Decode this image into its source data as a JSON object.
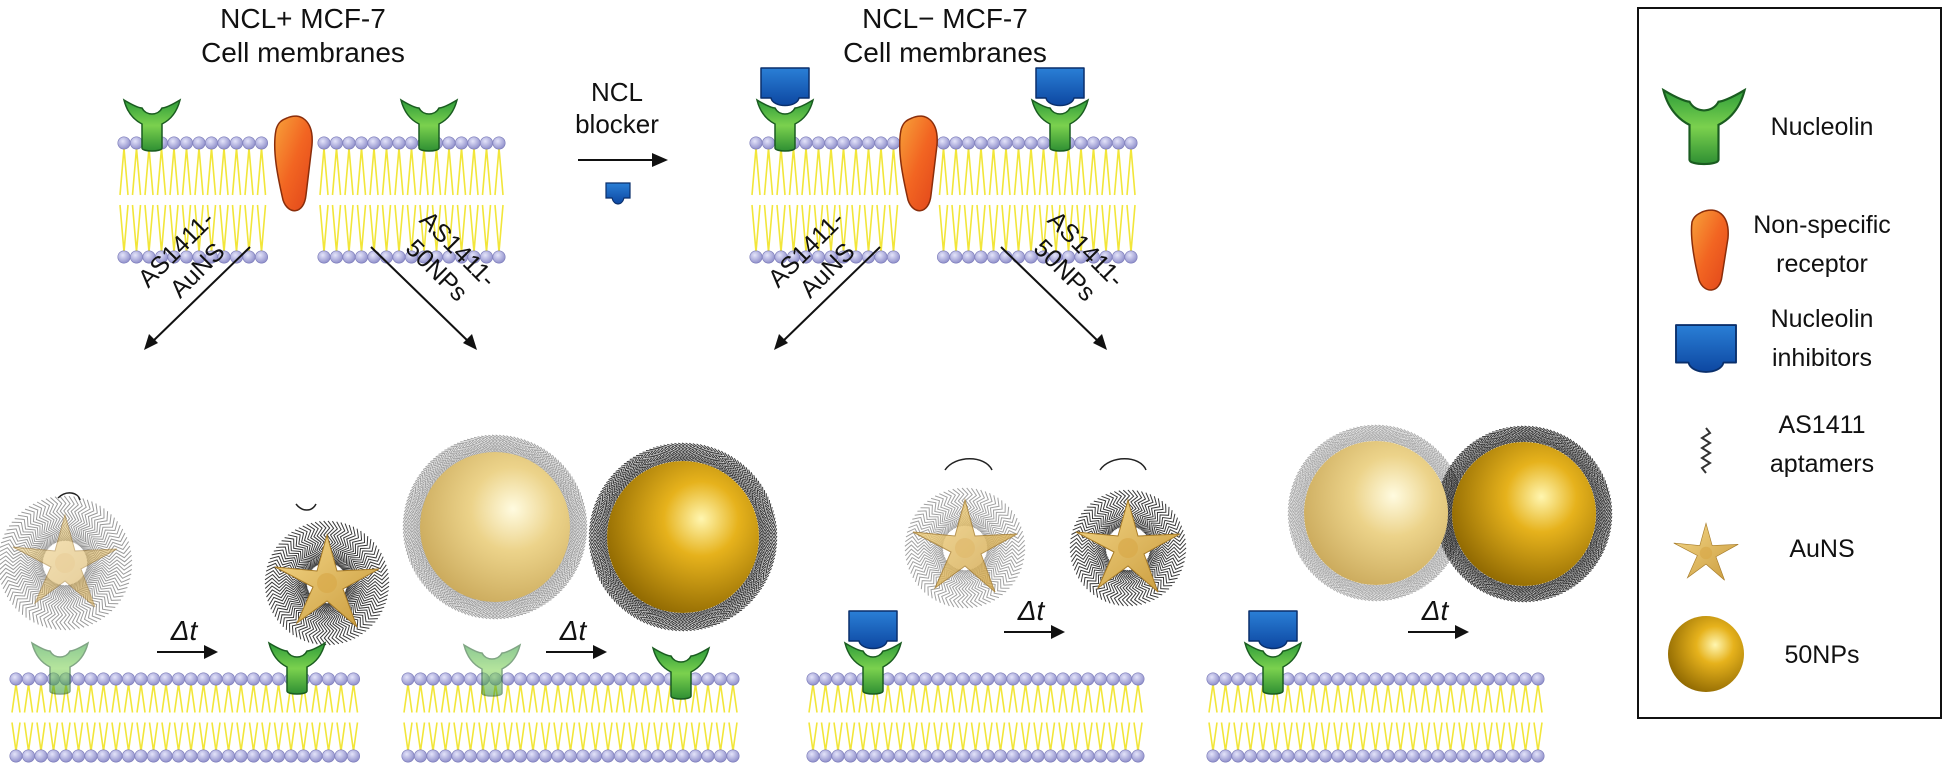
{
  "titles": {
    "left_line1": "NCL+ MCF-7",
    "left_line2": "Cell membranes",
    "right_line1": "NCL− MCF-7",
    "right_line2": "Cell membranes"
  },
  "blocker": {
    "line1": "NCL",
    "line2": "blocker"
  },
  "arrows": {
    "auns_line1": "AS1411-",
    "auns_line2": "AuNS",
    "np_line1": "AS1411-",
    "np_line2": "50NPs",
    "delta_t": "Δt"
  },
  "legend": {
    "items": [
      {
        "line1": "Nucleolin",
        "line2": "",
        "icon": "nucleolin-icon"
      },
      {
        "line1": "Non-specific",
        "line2": "receptor",
        "icon": "receptor-icon"
      },
      {
        "line1": "Nucleolin",
        "line2": "inhibitors",
        "icon": "inhibitor-icon"
      },
      {
        "line1": "AS1411",
        "line2": "aptamers",
        "icon": "aptamer-icon"
      },
      {
        "line1": "AuNS",
        "line2": "",
        "icon": "star-icon"
      },
      {
        "line1": "50NPs",
        "line2": "",
        "icon": "sphere-icon"
      }
    ]
  },
  "colors": {
    "nucleolin": "#3db54a",
    "receptor": "#f26522",
    "inhibitor": "#1565c0",
    "gold": "#d4a017",
    "lipid_head": "#a8a8d8",
    "lipid_tail": "#f2e63a"
  }
}
